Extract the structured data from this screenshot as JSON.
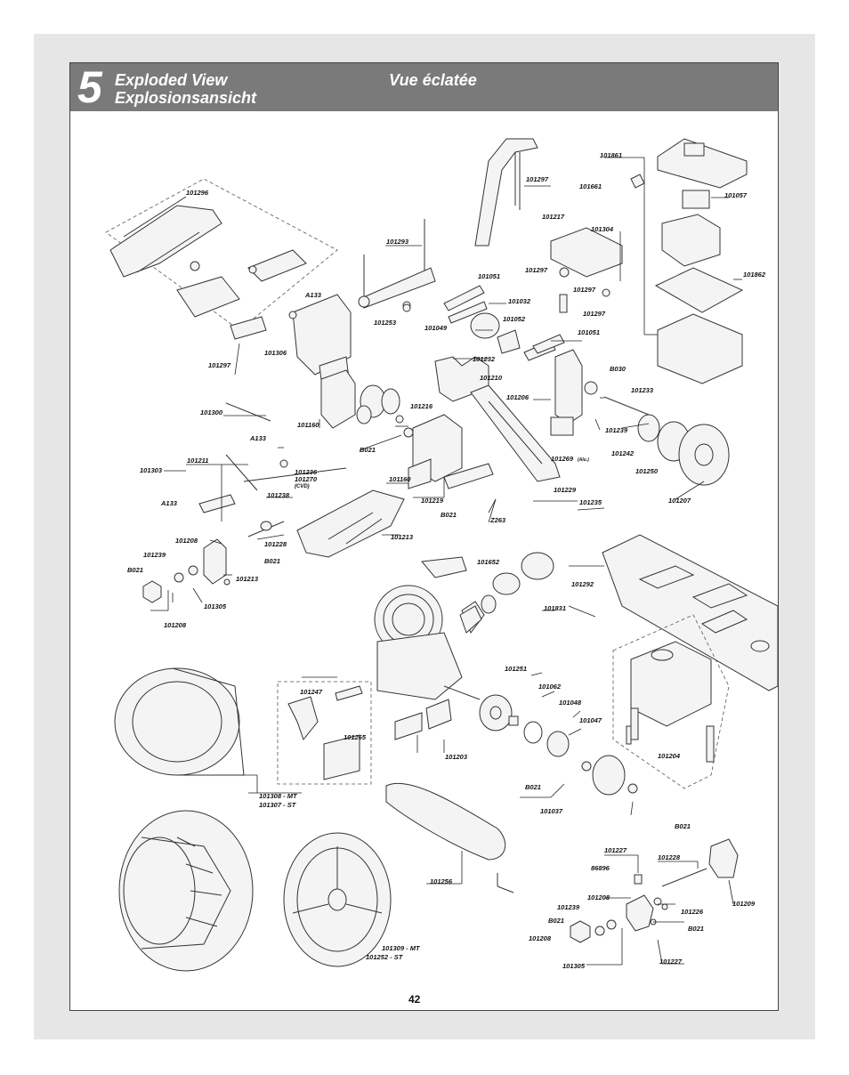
{
  "header": {
    "step": "5",
    "title_en": "Exploded View",
    "title_de": "Explosionsansicht",
    "title_fr": "Vue éclatée"
  },
  "page_number": "42",
  "part_labels": [
    "101861",
    "101297",
    "101661",
    "101057",
    "101296",
    "101217",
    "101304",
    "101293",
    "101862",
    "101297",
    "101297",
    "101051",
    "101297",
    "A133",
    "101032",
    "101253",
    "101052",
    "101049",
    "101051",
    "101306",
    "101297",
    "101232",
    "B030",
    "101210",
    "101233",
    "101206",
    "101300",
    "101160",
    "101216",
    "101239",
    "A133",
    "B021",
    "101242",
    "101269",
    "(Alu.)",
    "101250",
    "101303",
    "101211",
    "101236",
    "101270",
    "(CVD)",
    "101238",
    "101160",
    "101207",
    "101219",
    "101229",
    "A133",
    "101235",
    "B021",
    "Z263",
    "101213",
    "101208",
    "101228",
    "101239",
    "B021",
    "101652",
    "B021",
    "101213",
    "101292",
    "101831",
    "101305",
    "101208",
    "101251",
    "101247",
    "101062",
    "101048",
    "101265",
    "101047",
    "101204",
    "101203",
    "B021",
    "101308 - MT",
    "101307 - ST",
    "101037",
    "B021",
    "101227",
    "101228",
    "86896",
    "101256",
    "101209",
    "101208",
    "101226",
    "101239",
    "B021",
    "B021",
    "101208",
    "101305",
    "101227",
    "101309 - MT",
    "101252 - ST"
  ]
}
